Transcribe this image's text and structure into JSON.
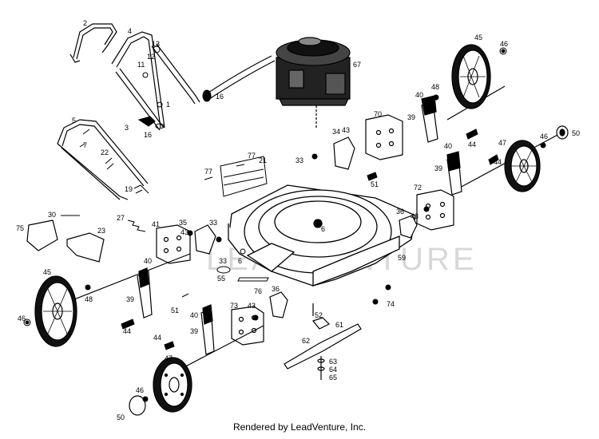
{
  "watermark": "LEADVENTURE",
  "footer": "Rendered by LeadVenture, Inc.",
  "part_labels": {
    "handle_2": "2",
    "handle_4": "4",
    "p13": "13",
    "p12": "12",
    "p11": "11",
    "p1": "1",
    "p3": "3",
    "p16a": "16",
    "p16b": "16",
    "p67": "67",
    "p5": "5",
    "p7": "7",
    "p22": "22",
    "p19": "19",
    "p30": "30",
    "p27": "27",
    "p75": "75",
    "p23": "23",
    "p77a": "77",
    "p77b": "77",
    "p21": "21",
    "p33a": "33",
    "p34": "34",
    "p43a": "43",
    "p70": "70",
    "p40a": "40",
    "p48a": "48",
    "p39a": "39",
    "p45a": "45",
    "p46a": "46",
    "p44a": "44",
    "p40b": "40",
    "p39b": "39",
    "p47a": "47",
    "p44b": "44",
    "p46b": "46",
    "p50a": "50",
    "p51": "51",
    "p72": "72",
    "p43b": "43",
    "p36a": "36",
    "p41": "41",
    "p35": "35",
    "p43c": "43",
    "p33b": "33",
    "p6a": "6",
    "p6b": "6",
    "p33c": "33",
    "p55": "55",
    "p76": "76",
    "p59": "59",
    "p74": "74",
    "p40c": "40",
    "p39c": "39",
    "p45b": "45",
    "p48b": "48",
    "p46c": "46",
    "p44c": "44",
    "p51b": "51",
    "p36b": "36",
    "p52": "52",
    "p61": "61",
    "p73": "73",
    "p43d": "43",
    "p40d": "40",
    "p39d": "39",
    "p44d": "44",
    "p47b": "47",
    "p62": "62",
    "p63": "63",
    "p64": "64",
    "p65": "65",
    "p46d": "46",
    "p50b": "50"
  }
}
